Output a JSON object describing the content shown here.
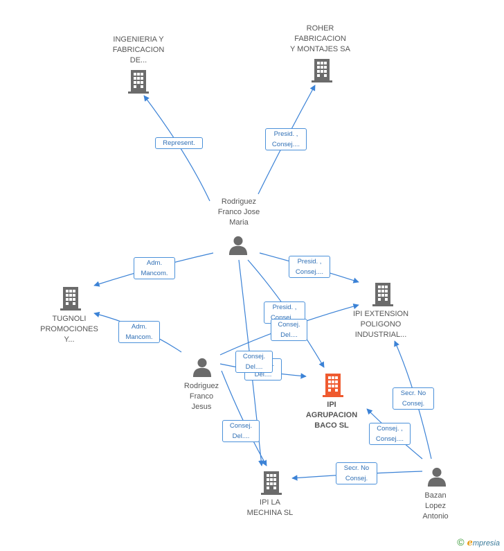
{
  "diagram": {
    "colors": {
      "edge": "#3b82d6",
      "company": "#6b6b6b",
      "company_highlight": "#ef5a2f",
      "person": "#6b6b6b",
      "label_border": "#4a90d9"
    },
    "nodes": [
      {
        "id": "ingenieria",
        "type": "company",
        "lines": [
          "INGENIERIA Y",
          "FABRICACION",
          "DE..."
        ]
      },
      {
        "id": "roher",
        "type": "company",
        "lines": [
          "ROHER",
          "FABRICACION",
          "Y MONTAJES SA"
        ]
      },
      {
        "id": "rodriguez_jose",
        "type": "person",
        "lines": [
          "Rodriguez",
          "Franco Jose",
          "Maria"
        ]
      },
      {
        "id": "tugnoli",
        "type": "company",
        "lines": [
          "TUGNOLI",
          "PROMOCIONES",
          "Y..."
        ]
      },
      {
        "id": "ipi_extension",
        "type": "company",
        "lines": [
          "IPI EXTENSION",
          "POLIGONO",
          "INDUSTRIAL..."
        ]
      },
      {
        "id": "rodriguez_jesus",
        "type": "person",
        "lines": [
          "Rodriguez",
          "Franco",
          "Jesus"
        ]
      },
      {
        "id": "ipi_agrupacion",
        "type": "company",
        "highlight": true,
        "lines": [
          "IPI",
          "AGRUPACION",
          "BACO SL"
        ]
      },
      {
        "id": "ipi_mechina",
        "type": "company",
        "lines": [
          "IPI LA",
          "MECHINA SL"
        ]
      },
      {
        "id": "bazan",
        "type": "person",
        "lines": [
          "Bazan",
          "Lopez",
          "Antonio"
        ]
      }
    ],
    "edges": [
      {
        "id": "e1",
        "lines": [
          "Represent."
        ]
      },
      {
        "id": "e2",
        "lines": [
          "Presid. ,",
          "Consej...."
        ]
      },
      {
        "id": "e3",
        "lines": [
          "Adm.",
          "Mancom."
        ]
      },
      {
        "id": "e4",
        "lines": [
          "Presid. ,",
          "Consej...."
        ]
      },
      {
        "id": "e5",
        "lines": [
          "Presid. ,",
          "Consej...."
        ]
      },
      {
        "id": "e6",
        "lines": [
          "Adm.",
          "Mancom."
        ]
      },
      {
        "id": "e7",
        "lines": [
          "Consej.",
          "Del...."
        ]
      },
      {
        "id": "e8",
        "lines": [
          "Consej.",
          "Del...."
        ]
      },
      {
        "id": "e9",
        "lines": [
          "Consej.",
          "Del...."
        ]
      },
      {
        "id": "e10",
        "lines": [
          "Consej.",
          "Del...."
        ]
      },
      {
        "id": "e11",
        "lines": [
          "Secr.  No",
          "Consej."
        ]
      },
      {
        "id": "e12",
        "lines": [
          "Consej. ,",
          "Consej...."
        ]
      },
      {
        "id": "e13",
        "lines": [
          "Secr.  No",
          "Consej."
        ]
      }
    ]
  },
  "brand": {
    "symbol": "©",
    "initial": "e",
    "rest": "mpresia"
  }
}
